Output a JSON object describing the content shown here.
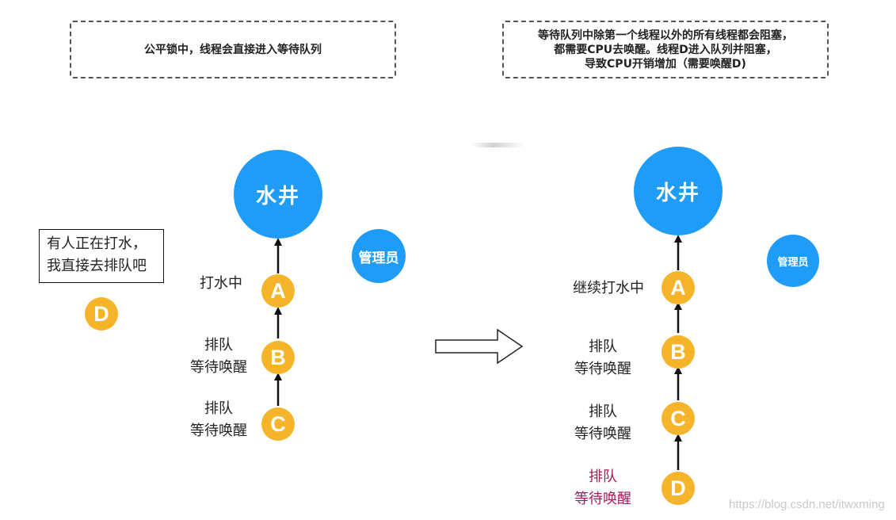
{
  "left_note": "公平锁中，线程会直接进入等待队列",
  "right_note": {
    "line1": "等待队列中除第一个线程以外的所有线程都会阻塞，",
    "line2": "都需要CPU去唤醒。线程D进入队列并阻塞，",
    "line3": "导致CPU开销增加（需要唤醒D)"
  },
  "well_label": "水井",
  "manager_label": "管理员",
  "speech_bubble": {
    "line1": "有人正在打水，",
    "line2": "我直接去排队吧"
  },
  "nodes": {
    "a": "A",
    "b": "B",
    "c": "C",
    "d": "D"
  },
  "left_diagram": {
    "label_a": "打水中",
    "label_b": {
      "line1": "排队",
      "line2": "等待唤醒"
    },
    "label_c": {
      "line1": "排队",
      "line2": "等待唤醒"
    }
  },
  "right_diagram": {
    "label_a": "继续打水中",
    "label_b": {
      "line1": "排队",
      "line2": "等待唤醒"
    },
    "label_c": {
      "line1": "排队",
      "line2": "等待唤醒"
    },
    "label_d": {
      "line1": "排队",
      "line2": "等待唤醒"
    }
  },
  "colors": {
    "well_blue": "#1e9cf7",
    "node_orange": "#f6b42a",
    "highlight_pink": "#a3195b"
  },
  "watermark": "https://blog.csdn.net/itwxming"
}
